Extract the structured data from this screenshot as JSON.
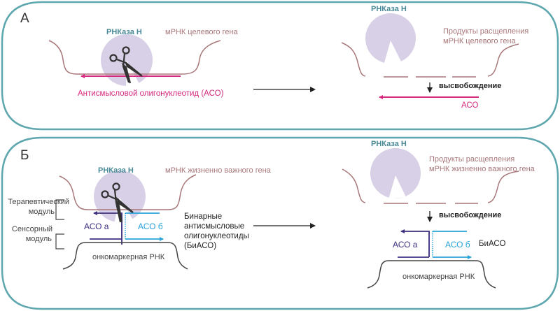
{
  "colors": {
    "border": "#5fa7ae",
    "rnase_fill": "#d8d0e6",
    "rnase_label": "#4a8a98",
    "mrna": "#a8777a",
    "aso": "#d6297f",
    "aso_a": "#3e2f7f",
    "aso_b": "#29a3da",
    "onco_rna": "#444444",
    "arrow": "#222222"
  },
  "panel_a": {
    "letter": "А",
    "left": {
      "rnase_label": "РНКаза Н",
      "mrna_label": "мРНК целевого гена",
      "aso_label": "Антисмысловой олигонуклеотид (АСО)"
    },
    "right": {
      "rnase_label": "РНКаза Н",
      "products_line1": "Продукты расщепления",
      "products_line2": "мРНК целевого гена",
      "release_label": "высвобождение",
      "aso_label": "АСО"
    }
  },
  "panel_b": {
    "letter": "Б",
    "left": {
      "rnase_label": "РНКаза Н",
      "mrna_label": "мРНК жизненно важного гена",
      "therapeutic_line1": "Терапевтический",
      "therapeutic_line2": "модуль",
      "sensor_line1": "Сенсорный",
      "sensor_line2": "модуль",
      "aso_a_label": "АСО а",
      "aso_b_label": "АСО б",
      "onco_label": "онкомаркерная РНК",
      "biaso_line1": "Бинарные",
      "biaso_line2": "антисмысловые",
      "biaso_line3": "олигонуклеотиды",
      "biaso_line4": "(БиАСО)"
    },
    "right": {
      "rnase_label": "РНКаза Н",
      "products_line1": "Продукты расщепления",
      "products_line2": "мРНК жизненно важного гена",
      "release_label": "высвобождение",
      "aso_a_label": "АСО а",
      "aso_b_label": "АСО б",
      "biaso_label": "БиАСО",
      "onco_label": "онкомаркерная РНК"
    }
  }
}
